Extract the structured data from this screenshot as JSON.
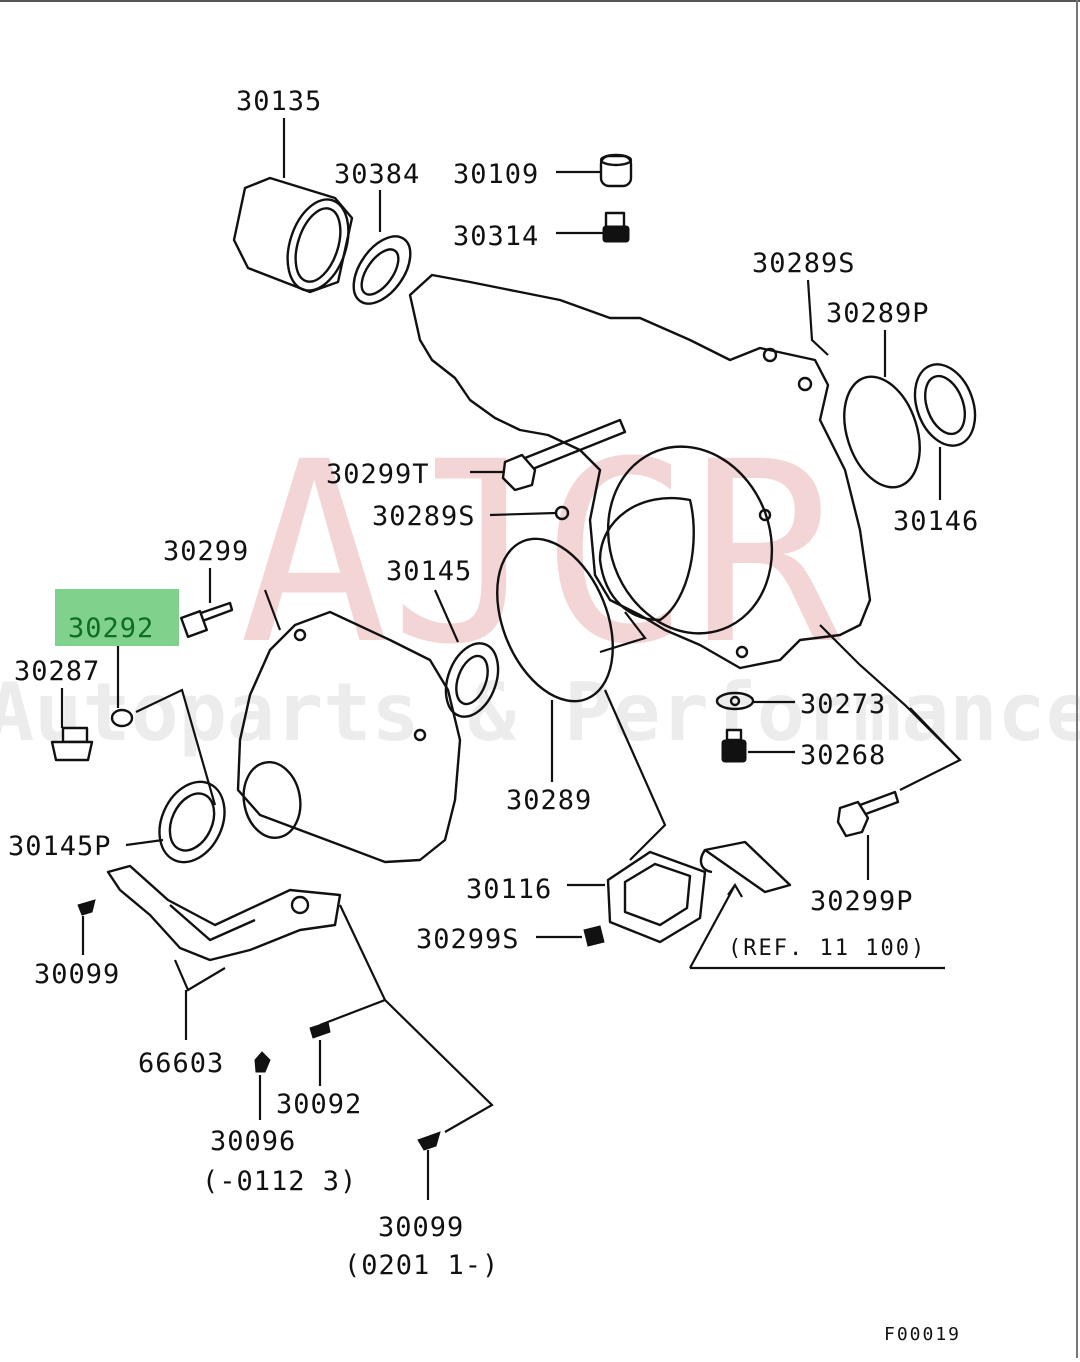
{
  "watermark": {
    "brand": "AJCR",
    "tagline": "Autoparts & Performance",
    "brand_color": "#e8a3a6"
  },
  "highlight": {
    "part_no": "30292",
    "color": "#7fd18c"
  },
  "labels": {
    "p30135": "30135",
    "p30384": "30384",
    "p30109": "30109",
    "p30314": "30314",
    "p30289S_top": "30289S",
    "p30289P": "30289P",
    "p30146": "30146",
    "p30299T": "30299T",
    "p30289S_mid": "30289S",
    "p30299": "30299",
    "p30145": "30145",
    "p30287": "30287",
    "p30273": "30273",
    "p30268": "30268",
    "p30289": "30289",
    "p30145P": "30145P",
    "p30299P": "30299P",
    "p30116": "30116",
    "p30299S_low": "30299S",
    "ref": "(REF. 11 100)",
    "p30099_left": "30099",
    "p66603": "66603",
    "p30092": "30092",
    "p30096": "30096",
    "p30096_note": "(-0112 3)",
    "p30099_bottom": "30099",
    "p30099_note": "(0201 1-)",
    "figure_code": "F00019"
  }
}
